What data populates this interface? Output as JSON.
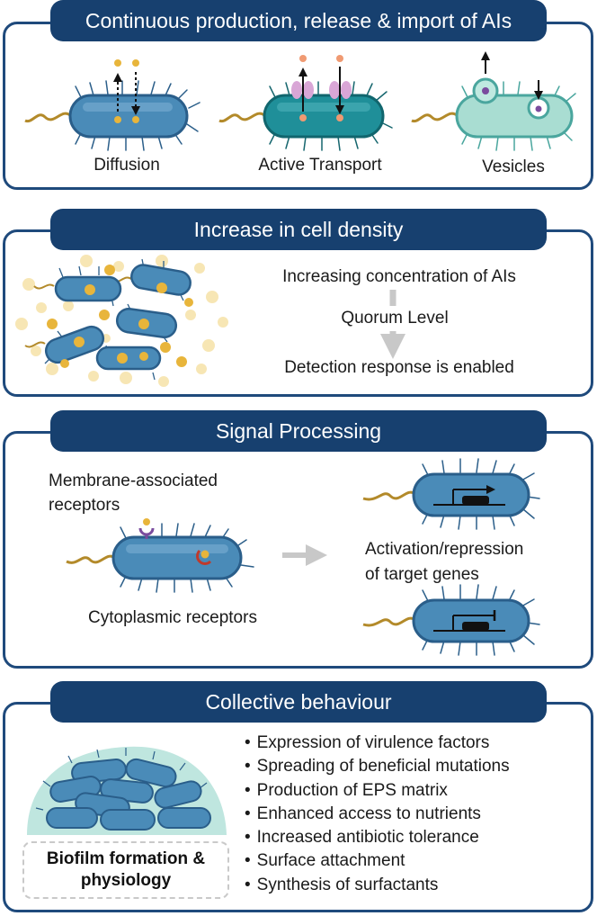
{
  "panel1": {
    "title": "Continuous production, release & import of AIs",
    "labels": {
      "diffusion": "Diffusion",
      "active": "Active Transport",
      "vesicles": "Vesicles"
    }
  },
  "panel2": {
    "title": "Increase in cell density",
    "flow": {
      "top": "Increasing concentration of AIs",
      "middle": "Quorum Level",
      "bottom": "Detection response is enabled"
    }
  },
  "panel3": {
    "title": "Signal Processing",
    "membrane": "Membrane-associated\nreceptors",
    "cytoplasmic": "Cytoplasmic receptors",
    "genes": "Activation/repression\nof target genes"
  },
  "panel4": {
    "title": "Collective behaviour",
    "biofilm": "Biofilm formation &\nphysiology",
    "items": [
      "Expression of virulence factors",
      "Spreading of beneficial mutations",
      "Production of EPS matrix",
      "Enhanced access to nutrients",
      "Increased antibiotic tolerance",
      "Surface attachment",
      "Synthesis of surfactants"
    ]
  },
  "colors": {
    "panel_border": "#1f4a7c",
    "title_pill": "#17406f",
    "bacterium_blue": "#4a8bb8",
    "bacterium_teal": "#1f8f99",
    "bacterium_light": "#a9ddd2",
    "autoinducer": "#e8b53b",
    "transporter": "#d9a6d6",
    "biofilm_matrix": "#bfe6df"
  }
}
